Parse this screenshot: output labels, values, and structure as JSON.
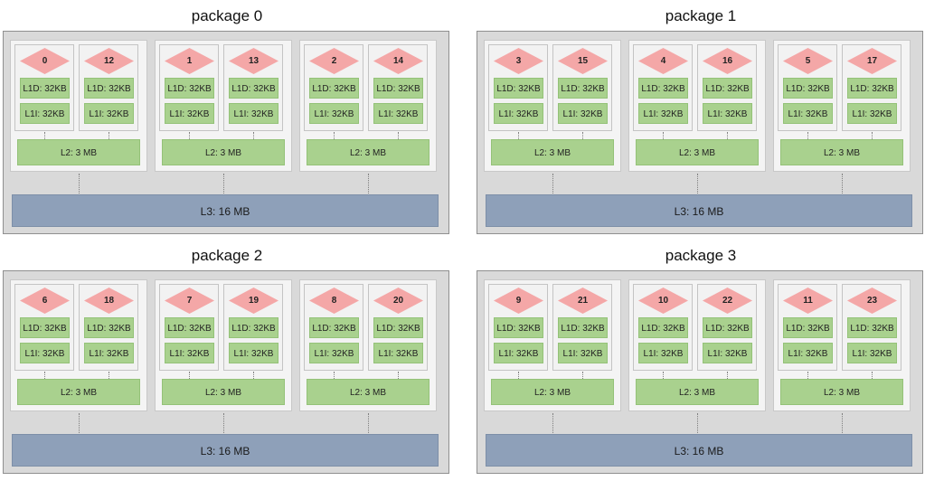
{
  "packages": [
    {
      "title": "package 0",
      "l3_label": "L3: 16 MB",
      "cores": [
        {
          "threads": [
            {
              "id": "0",
              "l1d": "L1D: 32KB",
              "l1i": "L1I: 32KB"
            },
            {
              "id": "12",
              "l1d": "L1D: 32KB",
              "l1i": "L1I: 32KB"
            }
          ],
          "l2_label": "L2: 3 MB"
        },
        {
          "threads": [
            {
              "id": "1",
              "l1d": "L1D: 32KB",
              "l1i": "L1I: 32KB"
            },
            {
              "id": "13",
              "l1d": "L1D: 32KB",
              "l1i": "L1I: 32KB"
            }
          ],
          "l2_label": "L2: 3 MB"
        },
        {
          "threads": [
            {
              "id": "2",
              "l1d": "L1D: 32KB",
              "l1i": "L1I: 32KB"
            },
            {
              "id": "14",
              "l1d": "L1D: 32KB",
              "l1i": "L1I: 32KB"
            }
          ],
          "l2_label": "L2: 3 MB"
        }
      ]
    },
    {
      "title": "package 1",
      "l3_label": "L3: 16 MB",
      "cores": [
        {
          "threads": [
            {
              "id": "3",
              "l1d": "L1D: 32KB",
              "l1i": "L1I: 32KB"
            },
            {
              "id": "15",
              "l1d": "L1D: 32KB",
              "l1i": "L1I: 32KB"
            }
          ],
          "l2_label": "L2: 3 MB"
        },
        {
          "threads": [
            {
              "id": "4",
              "l1d": "L1D: 32KB",
              "l1i": "L1I: 32KB"
            },
            {
              "id": "16",
              "l1d": "L1D: 32KB",
              "l1i": "L1I: 32KB"
            }
          ],
          "l2_label": "L2: 3 MB"
        },
        {
          "threads": [
            {
              "id": "5",
              "l1d": "L1D: 32KB",
              "l1i": "L1I: 32KB"
            },
            {
              "id": "17",
              "l1d": "L1D: 32KB",
              "l1i": "L1I: 32KB"
            }
          ],
          "l2_label": "L2: 3 MB"
        }
      ]
    },
    {
      "title": "package 2",
      "l3_label": "L3: 16 MB",
      "cores": [
        {
          "threads": [
            {
              "id": "6",
              "l1d": "L1D: 32KB",
              "l1i": "L1I: 32KB"
            },
            {
              "id": "18",
              "l1d": "L1D: 32KB",
              "l1i": "L1I: 32KB"
            }
          ],
          "l2_label": "L2: 3 MB"
        },
        {
          "threads": [
            {
              "id": "7",
              "l1d": "L1D: 32KB",
              "l1i": "L1I: 32KB"
            },
            {
              "id": "19",
              "l1d": "L1D: 32KB",
              "l1i": "L1I: 32KB"
            }
          ],
          "l2_label": "L2: 3 MB"
        },
        {
          "threads": [
            {
              "id": "8",
              "l1d": "L1D: 32KB",
              "l1i": "L1I: 32KB"
            },
            {
              "id": "20",
              "l1d": "L1D: 32KB",
              "l1i": "L1I: 32KB"
            }
          ],
          "l2_label": "L2: 3 MB"
        }
      ]
    },
    {
      "title": "package 3",
      "l3_label": "L3: 16 MB",
      "cores": [
        {
          "threads": [
            {
              "id": "9",
              "l1d": "L1D: 32KB",
              "l1i": "L1I: 32KB"
            },
            {
              "id": "21",
              "l1d": "L1D: 32KB",
              "l1i": "L1I: 32KB"
            }
          ],
          "l2_label": "L2: 3 MB"
        },
        {
          "threads": [
            {
              "id": "10",
              "l1d": "L1D: 32KB",
              "l1i": "L1I: 32KB"
            },
            {
              "id": "22",
              "l1d": "L1D: 32KB",
              "l1i": "L1I: 32KB"
            }
          ],
          "l2_label": "L2: 3 MB"
        },
        {
          "threads": [
            {
              "id": "11",
              "l1d": "L1D: 32KB",
              "l1i": "L1I: 32KB"
            },
            {
              "id": "23",
              "l1d": "L1D: 32KB",
              "l1i": "L1I: 32KB"
            }
          ],
          "l2_label": "L2: 3 MB"
        }
      ]
    }
  ],
  "colors": {
    "thread_diamond": "#f4a7a7",
    "cache_l1_l2": "#a9d18e",
    "cache_l3": "#8ea0b9",
    "package_bg": "#d9d9d9"
  }
}
